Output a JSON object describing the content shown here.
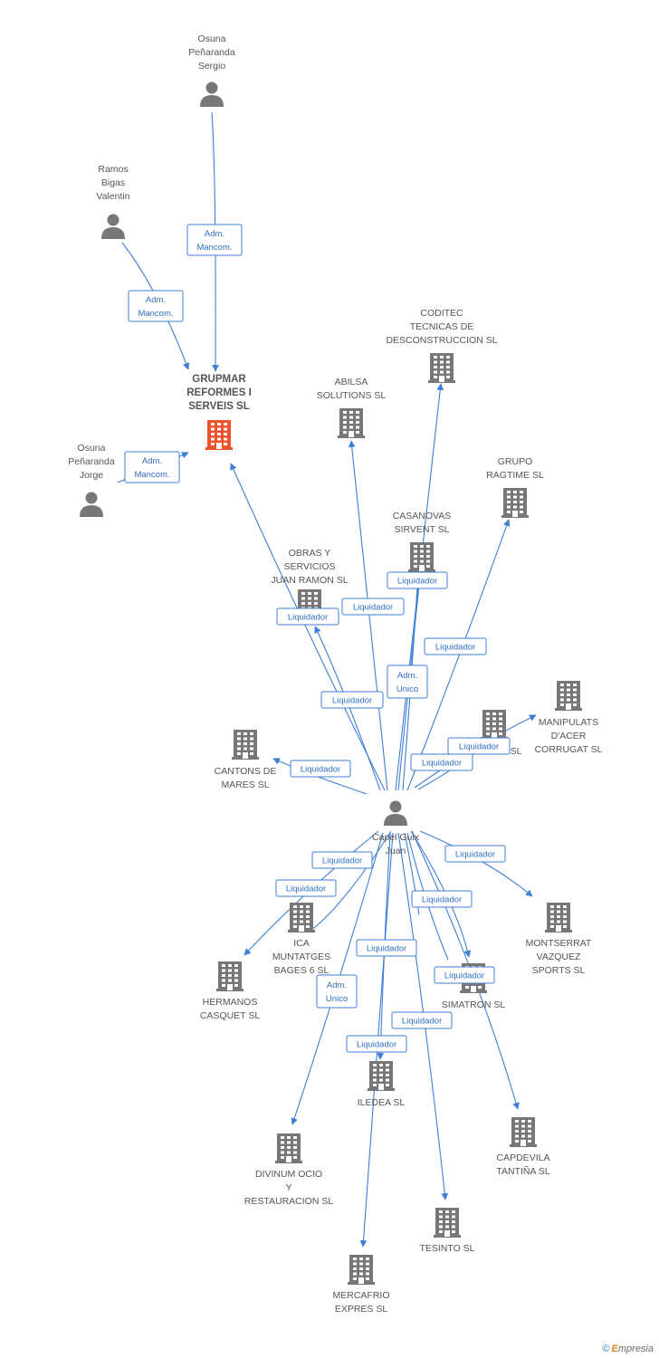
{
  "colors": {
    "edge": "#3d7fd6",
    "node_gray": "#777777",
    "node_main": "#f0522a",
    "label_text": "#2f6fc2"
  },
  "nodes": [
    {
      "id": "osuna-sergio",
      "kind": "person",
      "lines": [
        "Osuna",
        "Peñaranda",
        "Sergio"
      ]
    },
    {
      "id": "ramos-bigas",
      "kind": "person",
      "lines": [
        "Ramos",
        "Bigas",
        "Valentin"
      ]
    },
    {
      "id": "osuna-jorge",
      "kind": "person",
      "lines": [
        "Osuna",
        "Peñaranda",
        "Jorge"
      ]
    },
    {
      "id": "grupmar",
      "kind": "company-main",
      "lines": [
        "GRUPMAR",
        "REFORMES I",
        "SERVEIS  SL"
      ]
    },
    {
      "id": "coditec",
      "kind": "company",
      "lines": [
        "CODITEC",
        "TECNICAS DE",
        "DESCONSTRUCCION SL"
      ]
    },
    {
      "id": "abilsa",
      "kind": "company",
      "lines": [
        "ABILSA",
        "SOLUTIONS SL"
      ]
    },
    {
      "id": "grupo-ragtime",
      "kind": "company",
      "lines": [
        "GRUPO",
        "RAGTIME SL"
      ]
    },
    {
      "id": "casanovas",
      "kind": "company",
      "lines": [
        "CASANOVAS",
        "SIRVENT  SL"
      ]
    },
    {
      "id": "obras-servicios",
      "kind": "company",
      "lines": [
        "OBRAS Y",
        "SERVICIOS",
        "JUAN RAMON SL"
      ]
    },
    {
      "id": "manipulats",
      "kind": "company",
      "lines": [
        "MANIPULATS",
        "D'ACER",
        "CORRUGAT SL"
      ]
    },
    {
      "id": "hidden-sl",
      "kind": "company",
      "lines": [
        "SL"
      ]
    },
    {
      "id": "cantons",
      "kind": "company",
      "lines": [
        "CANTONS DE",
        "MARES SL"
      ]
    },
    {
      "id": "capel",
      "kind": "person",
      "lines": [
        "Capel Guix",
        "Juan"
      ]
    },
    {
      "id": "ica",
      "kind": "company",
      "lines": [
        "ICA",
        "MUNTATGES",
        "BAGES 6 SL"
      ]
    },
    {
      "id": "montserrat",
      "kind": "company",
      "lines": [
        "MONTSERRAT",
        "VAZQUEZ",
        "SPORTS SL"
      ]
    },
    {
      "id": "hermanos",
      "kind": "company",
      "lines": [
        "HERMANOS",
        "CASQUET SL"
      ]
    },
    {
      "id": "simatron",
      "kind": "company",
      "lines": [
        "SIMATRON SL"
      ]
    },
    {
      "id": "iledea",
      "kind": "company",
      "lines": [
        "ILEDEA SL"
      ]
    },
    {
      "id": "capdevila",
      "kind": "company",
      "lines": [
        "CAPDEVILA",
        "TANTIÑA SL"
      ]
    },
    {
      "id": "divinum",
      "kind": "company",
      "lines": [
        "DIVINUM OCIO",
        "Y",
        "RESTAURACION SL"
      ]
    },
    {
      "id": "tesinto",
      "kind": "company",
      "lines": [
        "TESINTO SL"
      ]
    },
    {
      "id": "mercafrio",
      "kind": "company",
      "lines": [
        "MERCAFRIO",
        "EXPRES SL"
      ]
    }
  ],
  "edges": [
    {
      "id": "e1",
      "label": [
        "Adm.",
        "Mancom."
      ]
    },
    {
      "id": "e2",
      "label": [
        "Adm.",
        "Mancom."
      ]
    },
    {
      "id": "e3",
      "label": [
        "Adm.",
        "Mancom."
      ]
    },
    {
      "id": "e4",
      "label": [
        "Liquidador"
      ]
    },
    {
      "id": "e5",
      "label": [
        "Liquidador"
      ]
    },
    {
      "id": "e6",
      "label": [
        "Liquidador"
      ]
    },
    {
      "id": "e7",
      "label": [
        "Liquidador"
      ]
    },
    {
      "id": "e8",
      "label": [
        "Adm.",
        "Unico"
      ]
    },
    {
      "id": "e9",
      "label": [
        "Liquidador"
      ]
    },
    {
      "id": "e10",
      "label": [
        "Liquidador"
      ]
    },
    {
      "id": "e11",
      "label": [
        "Liquidador"
      ]
    },
    {
      "id": "e12",
      "label": [
        "Liquidador"
      ]
    },
    {
      "id": "e13",
      "label": [
        "Liquidador"
      ]
    },
    {
      "id": "e14",
      "label": [
        "Liquidador"
      ]
    },
    {
      "id": "e15",
      "label": [
        "Liquidador"
      ]
    },
    {
      "id": "e16",
      "label": [
        "Liquidador"
      ]
    },
    {
      "id": "e17",
      "label": [
        "Liquidador"
      ]
    },
    {
      "id": "e18",
      "label": [
        "Liquidador"
      ]
    },
    {
      "id": "e19",
      "label": [
        "Adm.",
        "Unico"
      ]
    },
    {
      "id": "e20",
      "label": [
        "Liquidador"
      ]
    },
    {
      "id": "e21",
      "label": [
        "Liquidador"
      ]
    },
    {
      "id": "e22",
      "label": [
        "Liquidador"
      ]
    },
    {
      "id": "e23",
      "label": []
    },
    {
      "id": "e24",
      "label": []
    }
  ],
  "footer": {
    "copyright": "©",
    "brand_first": "E",
    "brand_rest": "mpresia"
  }
}
